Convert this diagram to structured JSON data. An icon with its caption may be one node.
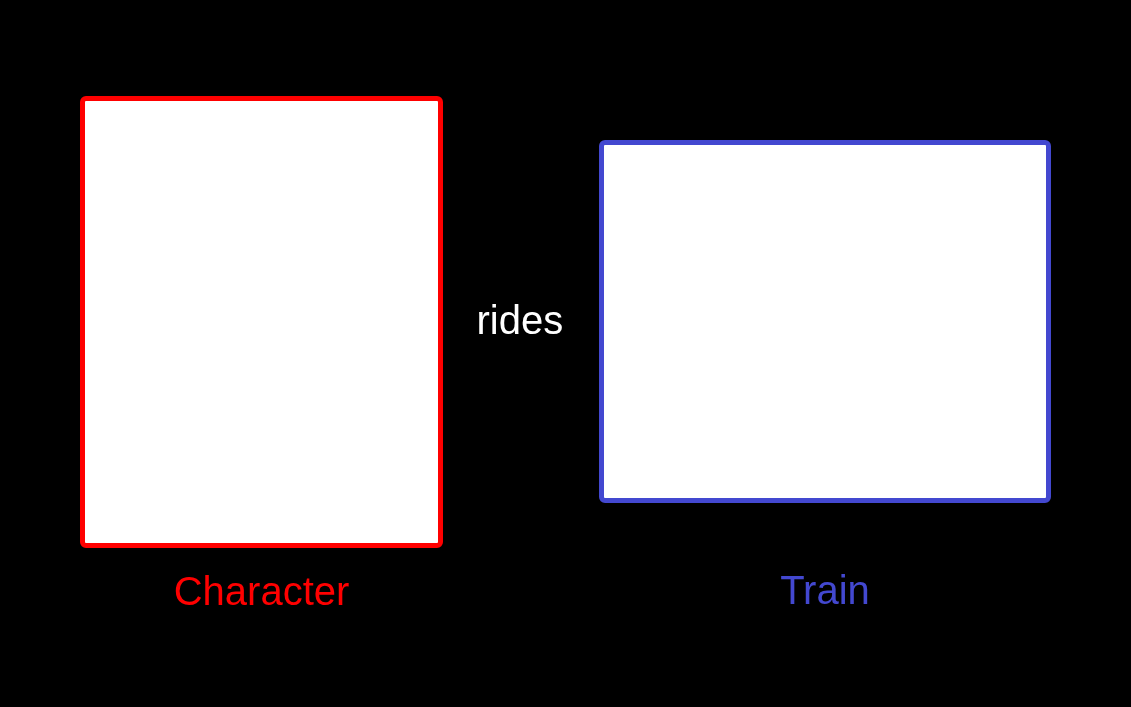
{
  "diagram": {
    "nodes": [
      {
        "text": [
          "Character"
        ]
      },
      {
        "text": [
          "Train"
        ]
      }
    ],
    "labels": [
      "rides"
    ]
  }
}
